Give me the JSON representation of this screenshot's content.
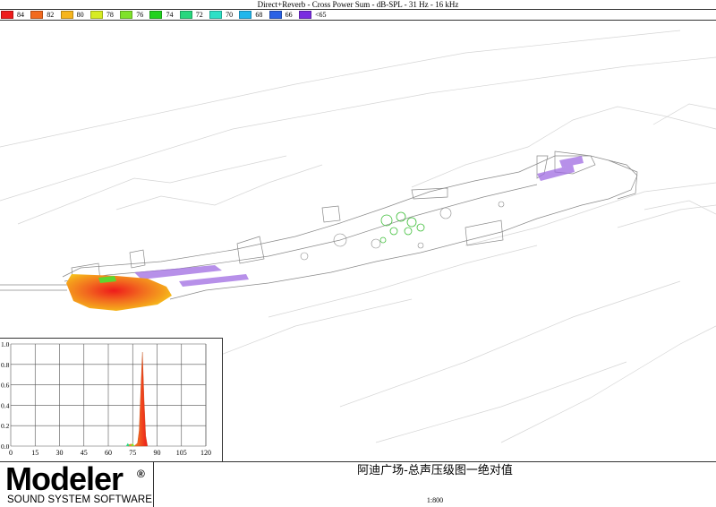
{
  "header": {
    "title": "Direct+Reverb - Cross Power Sum - dB-SPL - 31 Hz - 16 kHz"
  },
  "legend": {
    "items": [
      {
        "label": "84",
        "color": "#ee1b1b"
      },
      {
        "label": "82",
        "color": "#f26a1f"
      },
      {
        "label": "80",
        "color": "#f6b51d"
      },
      {
        "label": "78",
        "color": "#d6ec22"
      },
      {
        "label": "76",
        "color": "#7fe22a"
      },
      {
        "label": "74",
        "color": "#22d21e"
      },
      {
        "label": "72",
        "color": "#27d77e"
      },
      {
        "label": "70",
        "color": "#2ee0c6"
      },
      {
        "label": "68",
        "color": "#21b6ec"
      },
      {
        "label": "66",
        "color": "#2a62e5"
      },
      {
        "label": "<65",
        "color": "#7a2ee0"
      }
    ]
  },
  "histogram": {
    "y_ticks": [
      "1.0",
      "0.8",
      "0.6",
      "0.4",
      "0.2",
      "0.0"
    ],
    "x_ticks": [
      "0",
      "15",
      "30",
      "45",
      "60",
      "75",
      "90",
      "105",
      "120"
    ]
  },
  "chart_data": {
    "type": "area",
    "title": "",
    "xlabel": "",
    "ylabel": "",
    "xlim": [
      0,
      120
    ],
    "ylim": [
      0,
      1.0
    ],
    "x": [
      72,
      74,
      76,
      78,
      79,
      80,
      81,
      82,
      83,
      84
    ],
    "values": [
      0.01,
      0.02,
      0.0,
      0.03,
      0.15,
      0.55,
      0.92,
      0.45,
      0.1,
      0.01
    ],
    "grid": true
  },
  "footer": {
    "logo_text": "Modeler",
    "logo_reg": "®",
    "logo_subtitle": "SOUND SYSTEM SOFTWARE",
    "drawing_title": "阿迪广场-总声压级图一绝对值",
    "scale": "1:800"
  }
}
